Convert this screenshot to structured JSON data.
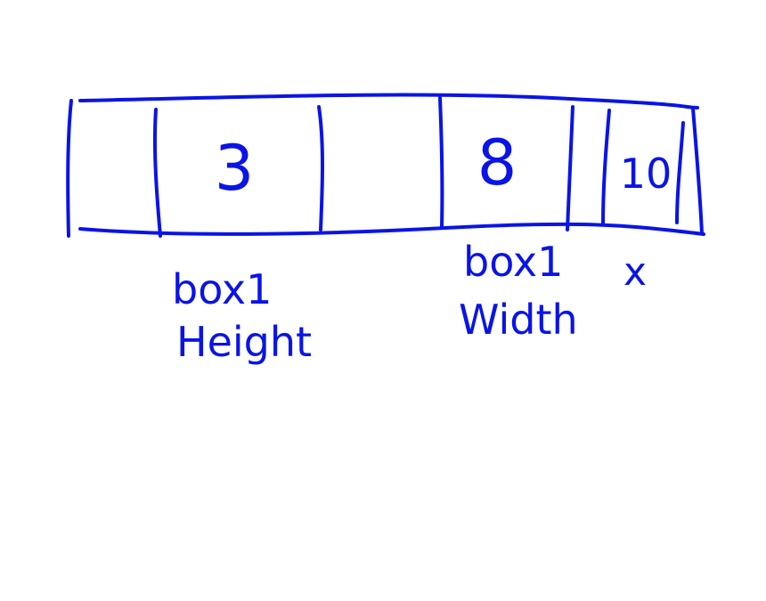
{
  "ink_color": "#0a14e6",
  "background_color": "#ffffff",
  "memory_cells": [
    {
      "value": ""
    },
    {
      "value": "3"
    },
    {
      "value": ""
    },
    {
      "value": "8"
    },
    {
      "value": ""
    },
    {
      "value": "10"
    }
  ],
  "labels": {
    "box1_height_line1": "box1",
    "box1_height_line2": "Height",
    "box1_width_line1": "box1",
    "box1_width_line2": "Width",
    "x": "x"
  }
}
